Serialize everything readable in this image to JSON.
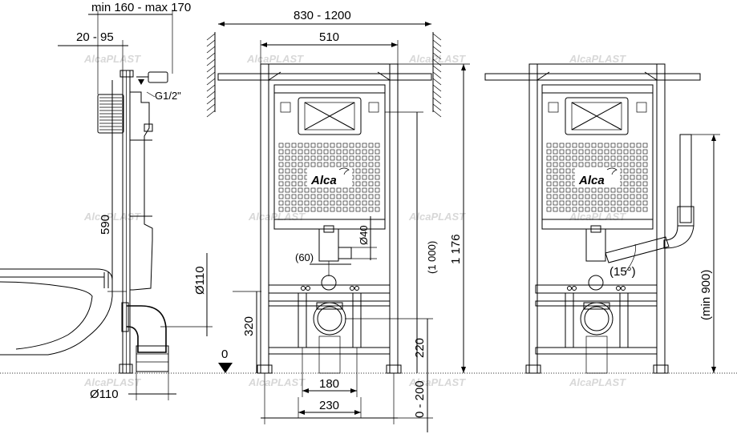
{
  "dimensions": {
    "min_max_depth": "min 160 - max 170",
    "wall_gap": "20 - 95",
    "thread": "G1/2\"",
    "height_590": "590",
    "pipe_110_side": "Ø110",
    "height_320": "320",
    "zero_level": "0",
    "pipe_110_bottom": "Ø110",
    "width_range": "830 - 1200",
    "width_510": "510",
    "pipe_40": "Ø40",
    "offset_60": "(60)",
    "height_1000": "(1 000)",
    "height_1176": "1 176",
    "height_220": "220",
    "floor_range": "0 - 200",
    "width_180": "180",
    "width_230": "230",
    "angle_15": "(15°)",
    "min_900": "(min 900)"
  },
  "brand": {
    "logo_text": "Alca",
    "watermark": "AlcaPLAST"
  }
}
